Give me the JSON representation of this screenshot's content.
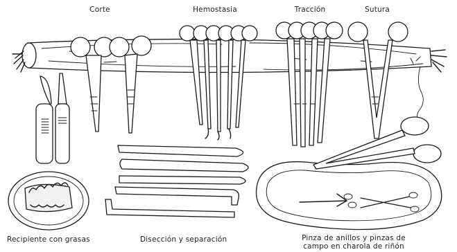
{
  "labels": {
    "corte": "Corte",
    "hemostasia": "Hemostasia",
    "traccion": "Tracción",
    "sutura": "Sutura",
    "recipiente": "Recipiente con grasas",
    "diseccion": "Disección y separación",
    "pinza_line1": "Pinza de anillos y pinzas de",
    "pinza_line2": "campo en charola de riñón"
  }
}
